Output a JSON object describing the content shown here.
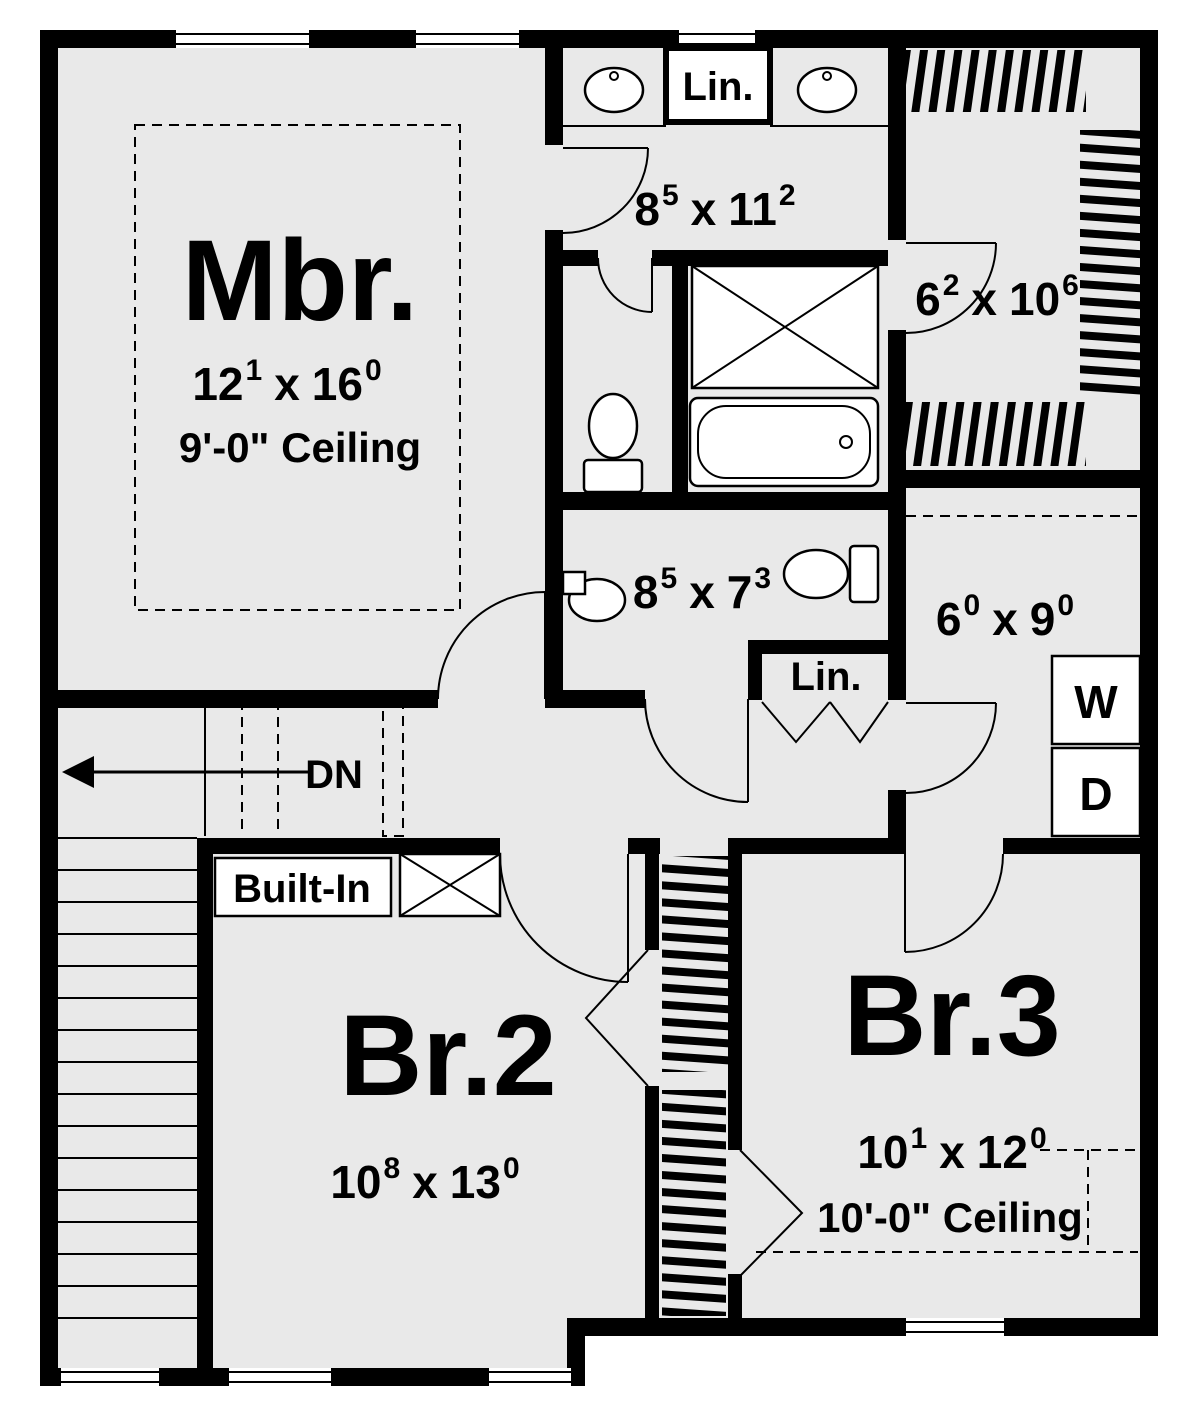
{
  "colors": {
    "wall": "#000000",
    "floor": "#e9e9e9",
    "background": "#ffffff",
    "text": "#000000"
  },
  "rooms": {
    "mbr": {
      "name": "Mbr.",
      "dim": {
        "a": "12",
        "a_sup": "1",
        "sep": "x",
        "b": "16",
        "b_sup": "0"
      },
      "ceiling": "9'-0\" Ceiling"
    },
    "master_bath": {
      "dim": {
        "a": "8",
        "a_sup": "5",
        "sep": "x",
        "b": "11",
        "b_sup": "2"
      }
    },
    "walk_in_closet": {
      "dim": {
        "a": "6",
        "a_sup": "2",
        "sep": "x",
        "b": "10",
        "b_sup": "6"
      }
    },
    "hall_bath": {
      "dim": {
        "a": "8",
        "a_sup": "5",
        "sep": "x",
        "b": "7",
        "b_sup": "3"
      }
    },
    "laundry": {
      "dim": {
        "a": "6",
        "a_sup": "0",
        "sep": "x",
        "b": "9",
        "b_sup": "0"
      }
    },
    "br2": {
      "name": "Br.2",
      "dim": {
        "a": "10",
        "a_sup": "8",
        "sep": "x",
        "b": "13",
        "b_sup": "0"
      }
    },
    "br3": {
      "name": "Br.3",
      "dim": {
        "a": "10",
        "a_sup": "1",
        "sep": "x",
        "b": "12",
        "b_sup": "0"
      },
      "ceiling": "10'-0\" Ceiling"
    }
  },
  "labels": {
    "linen_upper": "Lin.",
    "linen_hall": "Lin.",
    "stairs_down": "DN",
    "built_in": "Built-In",
    "washer": "W",
    "dryer": "D"
  }
}
